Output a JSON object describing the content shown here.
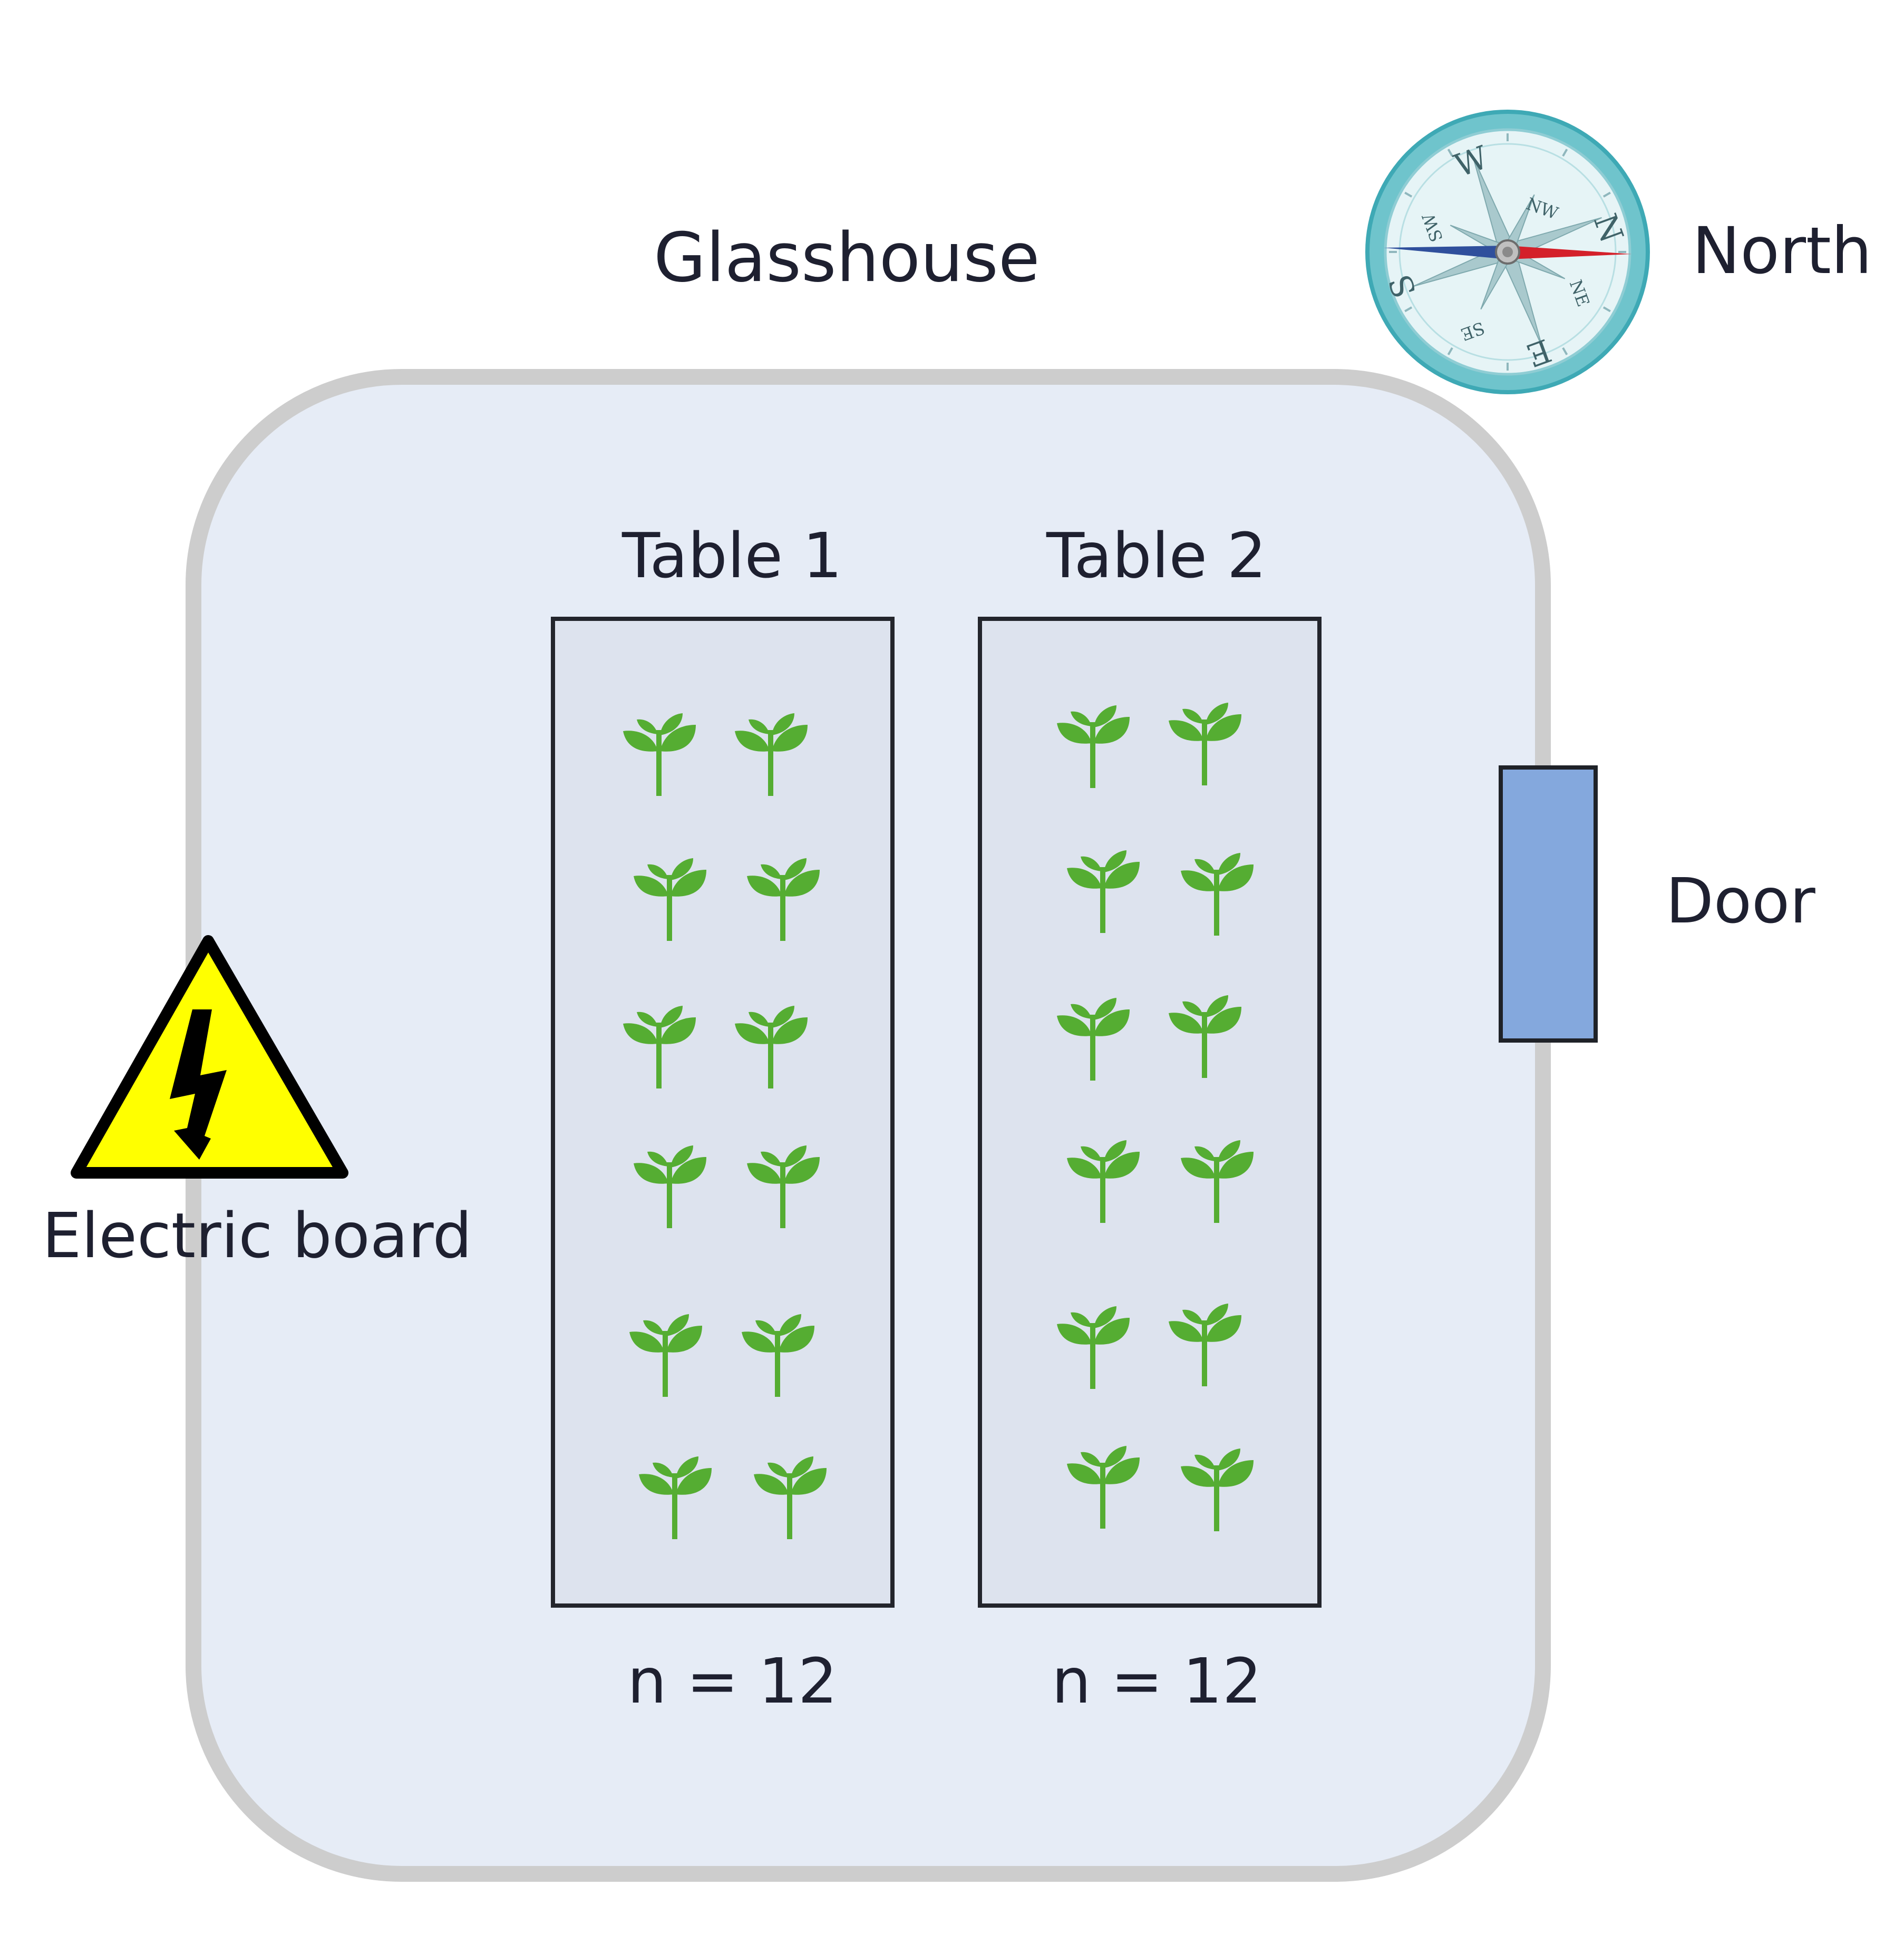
{
  "diagram": {
    "title": "Glasshouse",
    "compass": {
      "label": "North",
      "cardinals": [
        "W",
        "NW",
        "N",
        "NE",
        "E",
        "SE",
        "S",
        "SW"
      ]
    },
    "door": {
      "label": "Door"
    },
    "electric_board": {
      "label": "Electric board",
      "icon": "high-voltage-warning-icon"
    },
    "tables": [
      {
        "label": "Table 1",
        "count": "n = 12",
        "plants": 12
      },
      {
        "label": "Table 2",
        "count": "n = 12",
        "plants": 12
      }
    ],
    "colors": {
      "room_fill": "#e6ecf6",
      "room_border": "#cdcdcd",
      "table_fill": "#dde3ee",
      "door_fill": "#84a8dd",
      "plant_green": "#55ad32",
      "warning_yellow": "#ffff00"
    }
  }
}
